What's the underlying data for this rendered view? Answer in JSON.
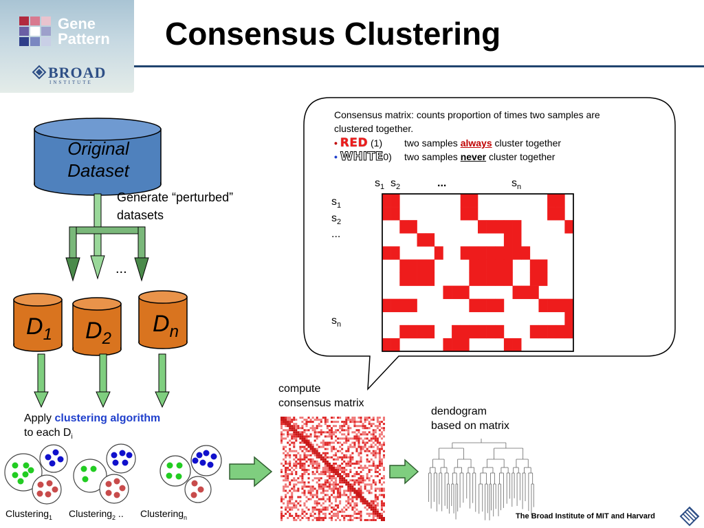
{
  "logo": {
    "line1": "Gene",
    "line2": "Pattern",
    "org": "BROAD",
    "org_sub": "INSTITUTE"
  },
  "title": "Consensus Clustering",
  "original_dataset": {
    "line1": "Original",
    "line2": "Dataset"
  },
  "perturb_label": {
    "line1": "Generate “perturbed”",
    "line2": "datasets"
  },
  "mid_ellipsis": "...",
  "datasets": [
    {
      "letter": "D",
      "sub": "1"
    },
    {
      "letter": "D",
      "sub": "2"
    },
    {
      "letter": "D",
      "sub": "n"
    }
  ],
  "apply_label": {
    "prefix": "Apply ",
    "emphasis": "clustering algorithm",
    "line2": "to each D",
    "line2_sub": "i"
  },
  "clusterings": [
    {
      "label": "Clustering",
      "sub": "1"
    },
    {
      "label": "Clustering",
      "sub": "2",
      "suffix": " .."
    },
    {
      "label": "Clustering",
      "sub": "n"
    }
  ],
  "callout": {
    "line1": "Consensus matrix: counts proportion of times two samples are",
    "line2": "clustered together.",
    "legend": [
      {
        "bullet": "•",
        "word": "RED",
        "value": "(1)",
        "pre": "two samples ",
        "em": "always",
        "post": " cluster together"
      },
      {
        "bullet": "•",
        "word": "WHITE",
        "value": "0)",
        "pre": "two samples ",
        "em": "never",
        "post": " cluster together"
      }
    ],
    "col_labels": {
      "s1": "s",
      "s1_sub": "1",
      "s2": "s",
      "s2_sub": "2",
      "dots": "...",
      "sn": "s",
      "sn_sub": "n"
    },
    "row_labels": {
      "s1": "s",
      "s1_sub": "1",
      "s2": "s",
      "s2_sub": "2",
      "dots": "...",
      "sn": "s",
      "sn_sub": "n"
    }
  },
  "compute_label": {
    "line1": "compute",
    "line2": "consensus matrix"
  },
  "dendo_label": {
    "line1": "dendogram",
    "line2": "based on matrix"
  },
  "footer": "The Broad Institute of MIT and Harvard",
  "colors": {
    "title_rule": "#20446f",
    "cylinder_blue": "#4f81bd",
    "cylinder_orange": "#d9741f",
    "arrow_green": "#7fce7f",
    "dark_green": "#4b8a4b",
    "matrix_red": "#ee1c1c",
    "emphasis_blue": "#1f3fcc",
    "cluster_green": "#22cc22",
    "cluster_blue": "#1010cc",
    "cluster_red": "#c84b4b"
  },
  "matrix_pattern": [
    "1100000001100000000110",
    "1100000001100000000110",
    "0011000000011111000001",
    "0000110000000011000000",
    "1100001001111111100000",
    "0011110000111110011000",
    "0011110000111110011000",
    "0000000111000001110000",
    "1111000000111100001111",
    "0000000000000000000001",
    "0011110011111100011111",
    "1100000111000011000000"
  ]
}
